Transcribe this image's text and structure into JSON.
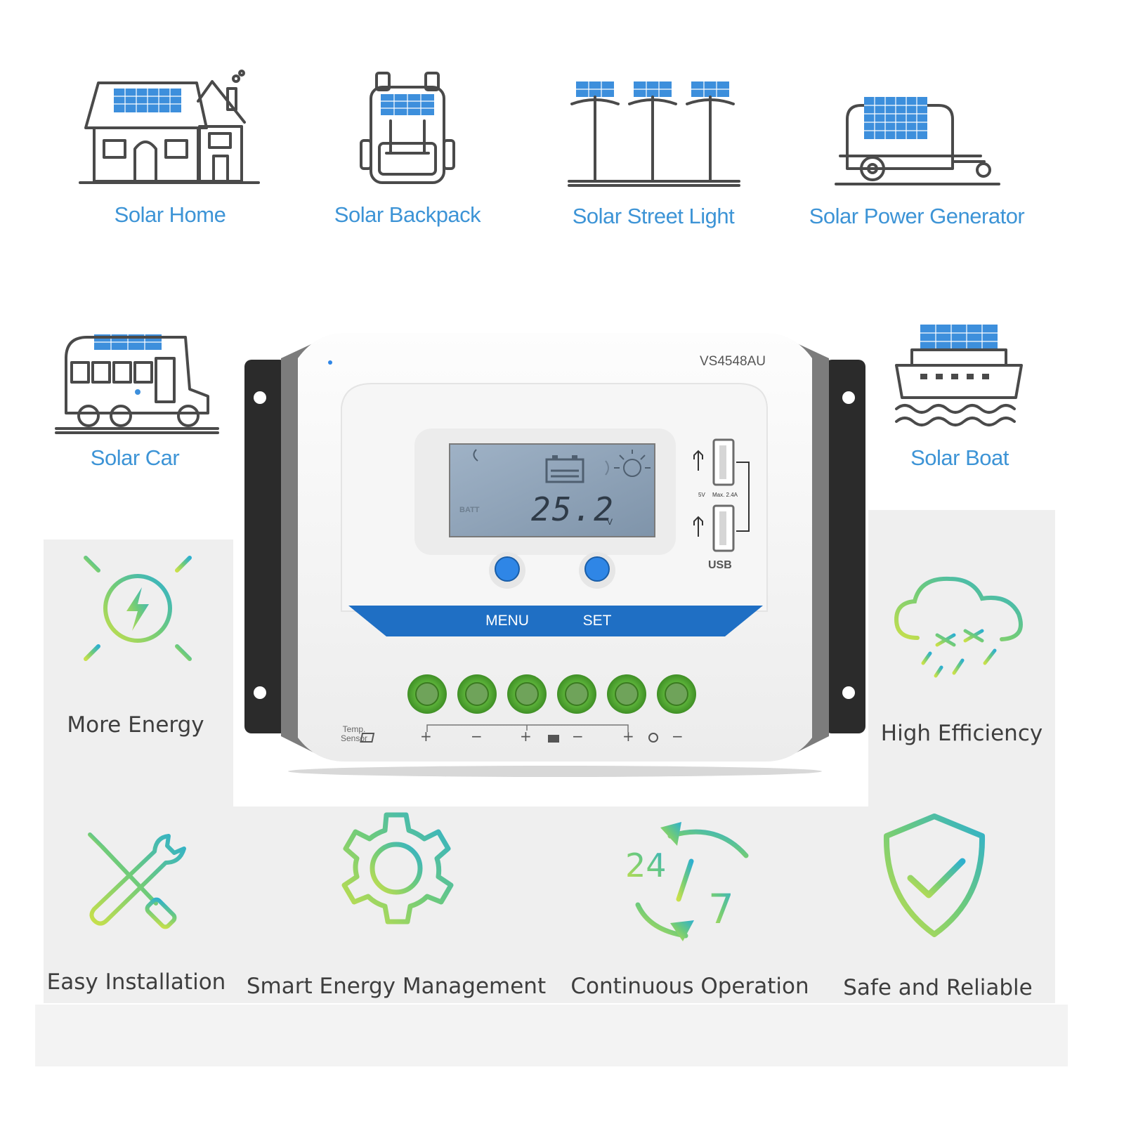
{
  "applications": [
    {
      "label": "Solar Home",
      "icon": "solar-home-icon"
    },
    {
      "label": "Solar Backpack",
      "icon": "solar-backpack-icon"
    },
    {
      "label": "Solar Street Light",
      "icon": "solar-street-light-icon"
    },
    {
      "label": "Solar Power Generator",
      "icon": "solar-generator-icon"
    },
    {
      "label": "Solar Car",
      "icon": "solar-car-icon"
    },
    {
      "label": "Solar Boat",
      "icon": "solar-boat-icon"
    }
  ],
  "features": [
    {
      "label": "More Energy",
      "icon": "sun-bolt-icon"
    },
    {
      "label": "High Efficiency",
      "icon": "cloud-snow-icon"
    },
    {
      "label": "Easy Installation",
      "icon": "tools-icon"
    },
    {
      "label": "Smart Energy Management",
      "icon": "gear-icon"
    },
    {
      "label": "Continuous Operation",
      "icon": "24-7-icon"
    },
    {
      "label": "Safe and Reliable",
      "icon": "shield-check-icon"
    }
  ],
  "device": {
    "model": "VS4548AU",
    "lcd_label": "BATT",
    "lcd_value": "25.2",
    "lcd_unit": "V",
    "menu_label": "MENU",
    "set_label": "SET",
    "usb_label": "USB",
    "usb_spec_voltage": "5V",
    "usb_spec_current": "Max. 2.4A",
    "temp_sensor_line1": "Temp.",
    "temp_sensor_line2": "Sensor",
    "terminal_plus": "+",
    "terminal_minus": "−",
    "terminal_count": 6
  },
  "colors": {
    "accent_blue": "#3d94d6",
    "band_blue": "#1f6fc4",
    "terminal_green": "#5cbf3a",
    "gradient_green": "#9bd34a",
    "gradient_teal": "#3fb6c8"
  }
}
